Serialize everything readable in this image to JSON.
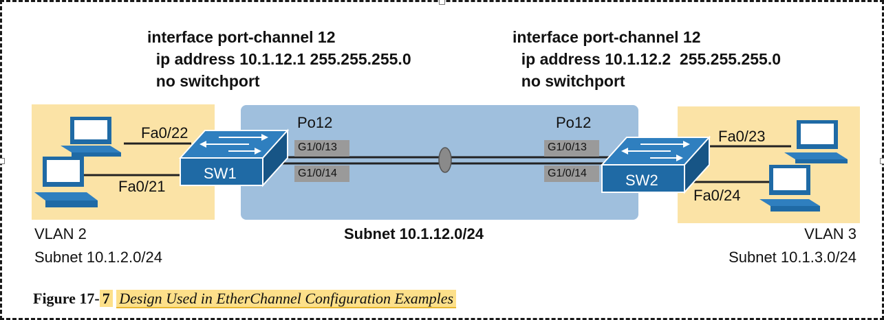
{
  "left_config": {
    "line1": "interface port-channel 12",
    "line2": "  ip address 10.1.12.1 255.255.255.0",
    "line3": "  no switchport"
  },
  "right_config": {
    "line1": "interface port-channel 12",
    "line2": "  ip address 10.1.12.2  255.255.255.0",
    "line3": "  no switchport"
  },
  "sw1": {
    "name": "SW1",
    "port_top": "Fa0/22",
    "port_bottom": "Fa0/21",
    "po": "Po12",
    "uplink_top": "G1/0/13",
    "uplink_bottom": "G1/0/14"
  },
  "sw2": {
    "name": "SW2",
    "port_top": "Fa0/23",
    "port_bottom": "Fa0/24",
    "po": "Po12",
    "uplink_top": "G1/0/13",
    "uplink_bottom": "G1/0/14"
  },
  "left_zone": {
    "vlan": "VLAN 2",
    "subnet": "Subnet 10.1.2.0/24"
  },
  "right_zone": {
    "vlan": "VLAN 3",
    "subnet": "Subnet 10.1.3.0/24"
  },
  "middle_subnet": "Subnet 10.1.12.0/24",
  "caption": {
    "prefix": "Figure 17-",
    "number": "7",
    "title": "Design Used in EtherChannel Configuration Examples"
  },
  "colors": {
    "vlan_zone": "#fbe3a6",
    "subnet_zone": "#9fbfdd",
    "switch": "#1f6aa5",
    "pc": "#1f6aa5",
    "port_tag": "#9a9a9a",
    "caption_highlight": "#fde08a"
  }
}
